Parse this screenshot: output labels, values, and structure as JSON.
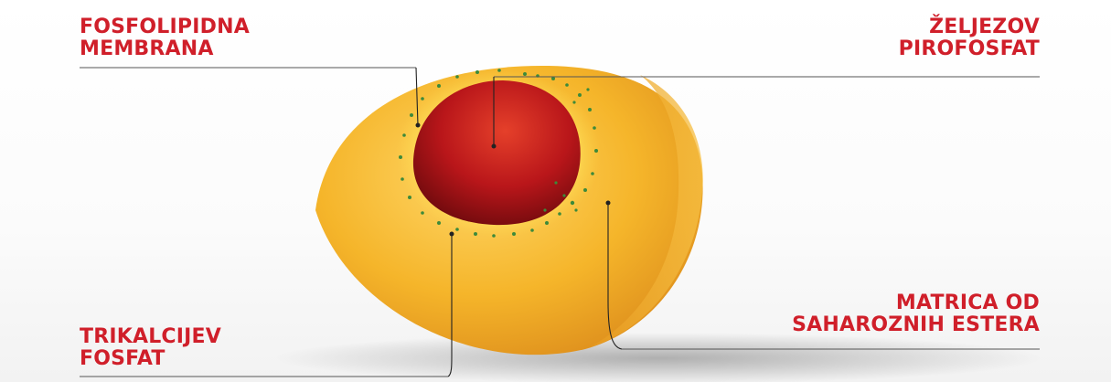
{
  "labels": {
    "fosfolipidna": {
      "line1": "FOSFOLIPIDNA",
      "line2": "MEMBRANA"
    },
    "zeljezov": {
      "line1": "ŽELJEZOV",
      "line2": "PIROFOSFAT"
    },
    "matrica": {
      "line1": "MATRICA OD",
      "line2": "SAHAROZNIH ESTERA"
    },
    "trikalcijev": {
      "line1": "TRIKALCIJEV",
      "line2": "FOSFAT"
    }
  },
  "colors": {
    "label_text": "#d01f2a",
    "matrix_yellow": "#f4b31f",
    "core_red": "#b8151a",
    "particles_green": "#3d8a3a"
  }
}
